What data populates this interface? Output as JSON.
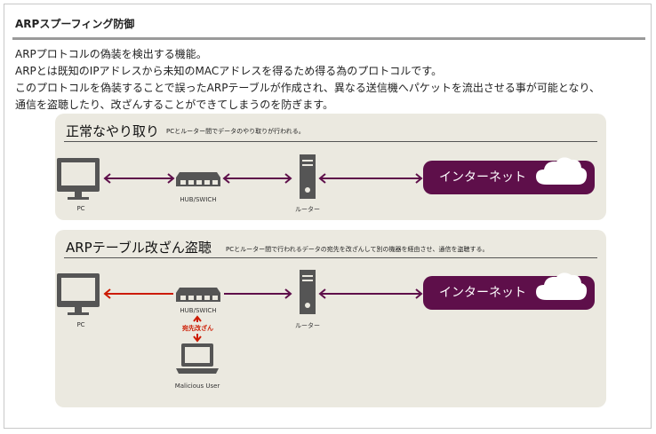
{
  "header": {
    "title": "ARPスプーフィング防御"
  },
  "description": {
    "lines": [
      "ARPプロトコルの偽装を検出する機能。",
      "ARPとは既知のIPアドレスから未知のMACアドレスを得るため得る為のプロトコルです。",
      "このプロトコルを偽装することで誤ったARPテーブルが作成され、異なる送信機へパケットを流出させる事が可能となり、",
      "通信を盗聴したり、改ざんすることができてしまうのを防ぎます。"
    ]
  },
  "panels": {
    "normal": {
      "heading": "正常なやり取り",
      "note": "PCとルーター間でデータのやり取りが行われる。",
      "pc_label": "PC",
      "hub_label": "HUB/SWICH",
      "router_label": "ルーター",
      "internet_label": "インターネット"
    },
    "spoof": {
      "heading": "ARPテーブル改ざん盗聴",
      "note": "PCとルーター間で行われるデータの宛先を改ざんして別の機器を経由させ、通信を盗聴する。",
      "pc_label": "PC",
      "hub_label": "HUB/SWICH",
      "router_label": "ルーター",
      "internet_label": "インターネット",
      "attack_label": "宛先改ざん",
      "attacker_label": "Malicious User"
    }
  },
  "colors": {
    "device": "#555555",
    "line": "#5e0f4a",
    "cloud_box": "#5e0f4a",
    "attack": "#cc1a00",
    "panel_bg": "#ebe9e0"
  }
}
